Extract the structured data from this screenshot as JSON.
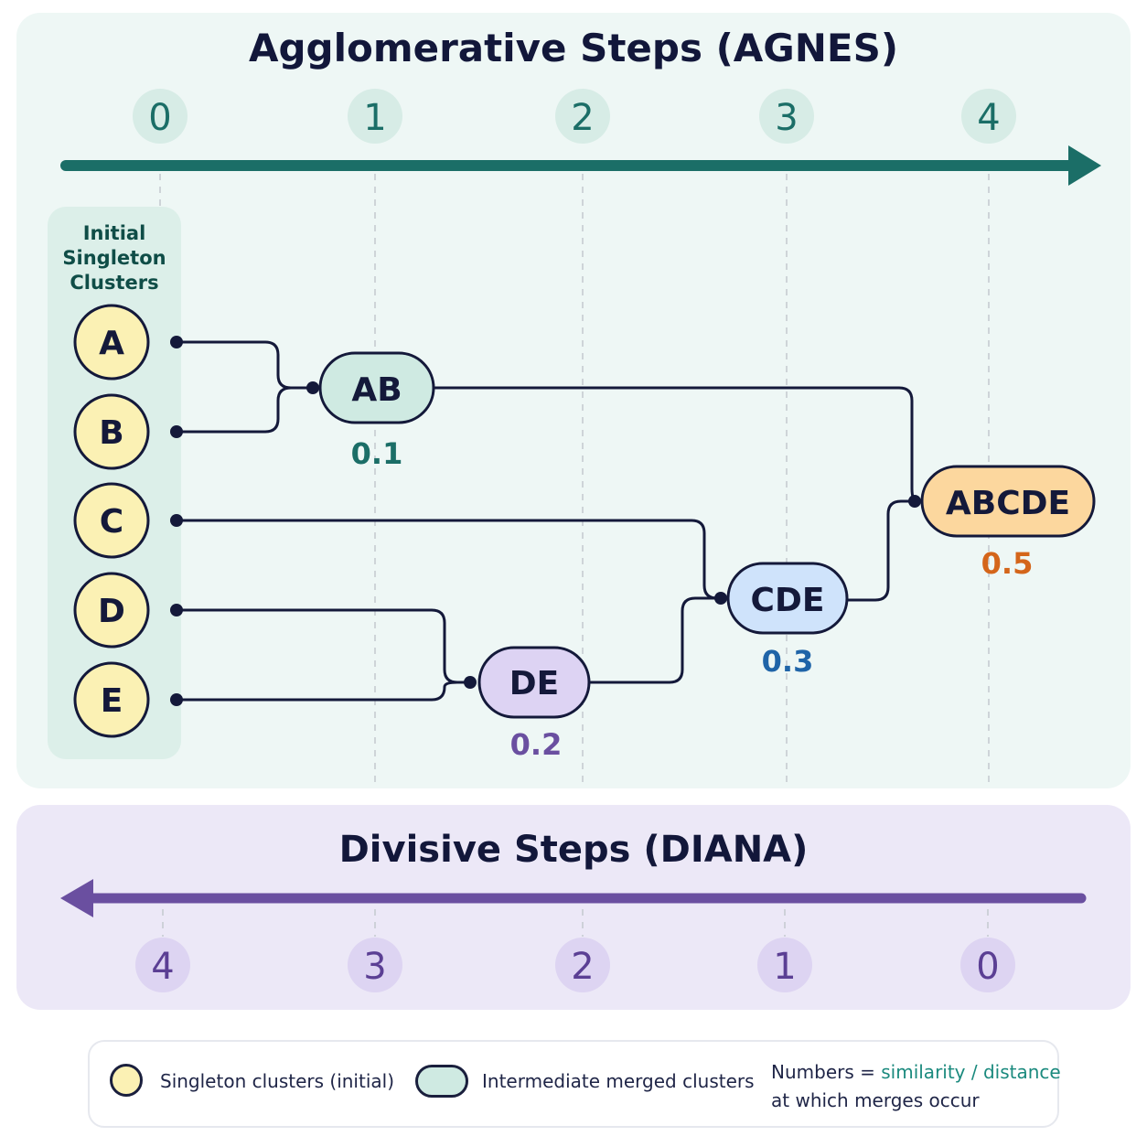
{
  "agnes": {
    "title": "Agglomerative Steps (AGNES)",
    "steps": [
      "0",
      "1",
      "2",
      "3",
      "4"
    ]
  },
  "singletons": {
    "title_lines": [
      "Initial",
      "Singleton",
      "Clusters"
    ],
    "items": [
      "A",
      "B",
      "C",
      "D",
      "E"
    ]
  },
  "merges": [
    {
      "label": "AB",
      "value": "0.1"
    },
    {
      "label": "DE",
      "value": "0.2"
    },
    {
      "label": "CDE",
      "value": "0.3"
    },
    {
      "label": "ABCDE",
      "value": "0.5"
    }
  ],
  "diana": {
    "title": "Divisive Steps (DIANA)",
    "steps": [
      "4",
      "3",
      "2",
      "1",
      "0"
    ]
  },
  "legend": {
    "singleton": "Singleton clusters (initial)",
    "intermediate": "Intermediate merged clusters",
    "note_prefix": "Numbers = ",
    "note_accent": "similarity / distance",
    "note_line2": "at which merges occur"
  },
  "colors": {
    "teal": "#1b6e67",
    "purple": "#6a4fa0",
    "singleton_fill": "#fbf1b4",
    "ab_fill": "#cfeae2",
    "de_fill": "#ddd3f3",
    "cde_fill": "#cfe3fb",
    "abcde_fill": "#fcd79e",
    "ab_value": "#1b6e67",
    "de_value": "#6a4fa0",
    "cde_value": "#1f64a8",
    "abcde_value": "#d4651a"
  }
}
